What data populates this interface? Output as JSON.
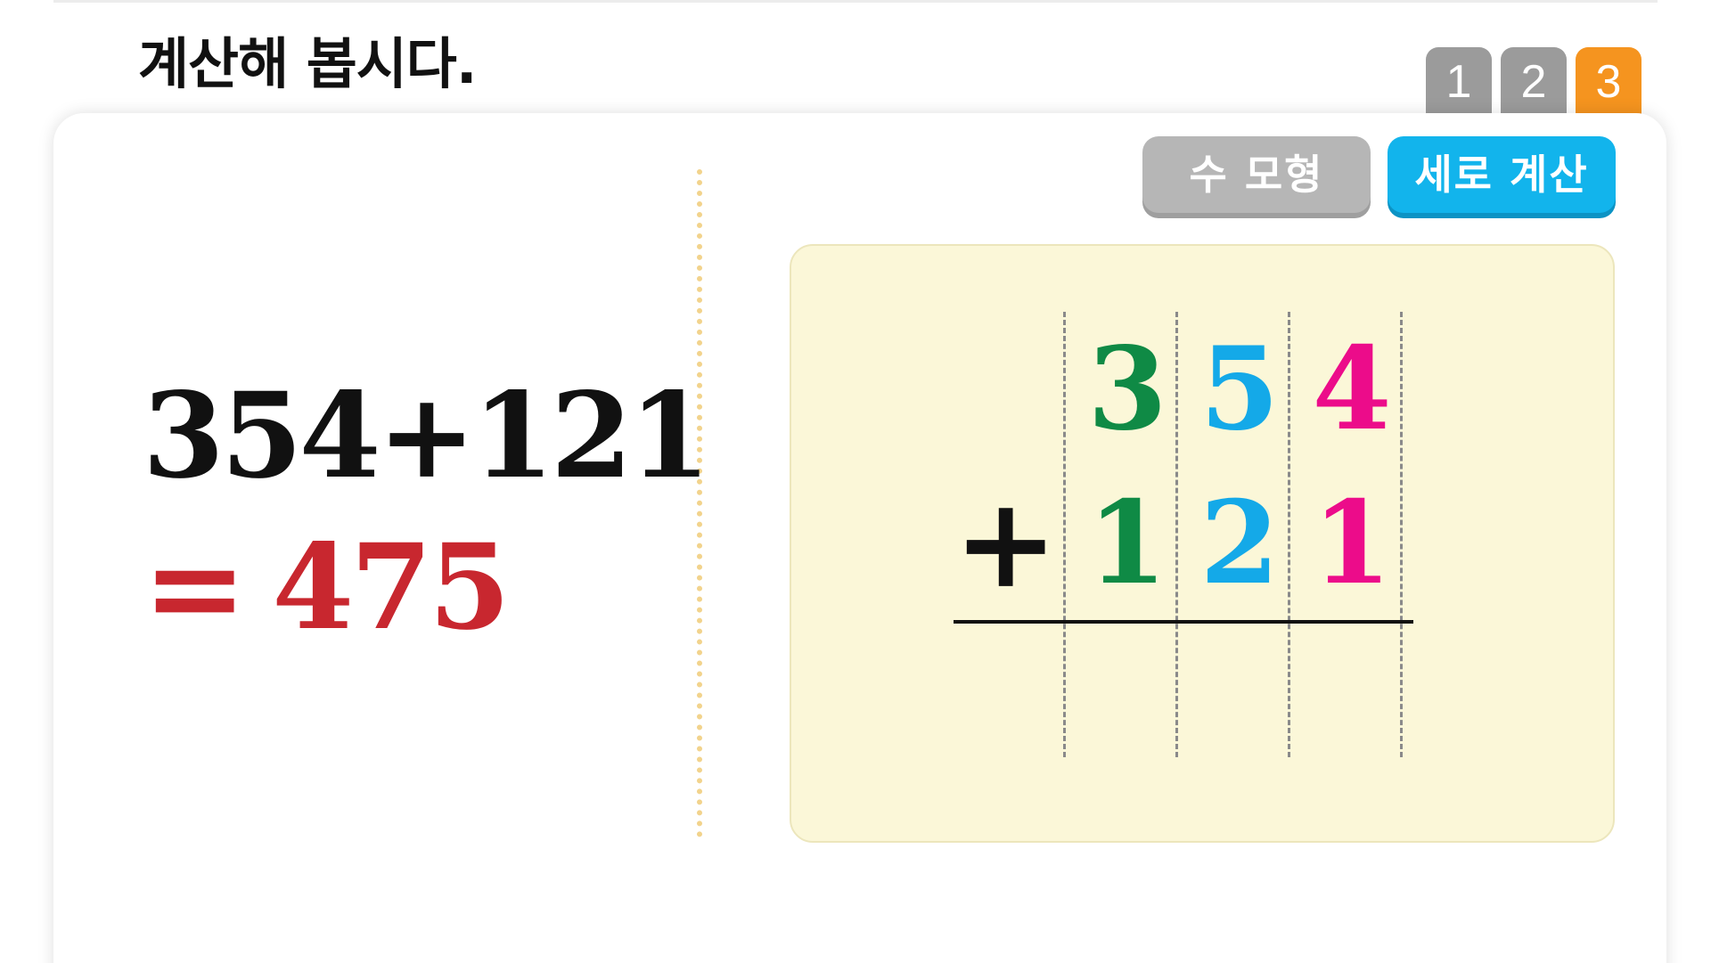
{
  "title": "계산해 봅시다.",
  "page_tabs": [
    {
      "label": "1",
      "active": false
    },
    {
      "label": "2",
      "active": false
    },
    {
      "label": "3",
      "active": true
    }
  ],
  "mode_buttons": {
    "model_label": "수 모형",
    "vertical_label": "세로 계산"
  },
  "equation": {
    "expression": "354+121",
    "equals_sign": "=",
    "answer": "475"
  },
  "vertical_calc": {
    "top_digits": [
      "3",
      "5",
      "4"
    ],
    "operator": "+",
    "bottom_digits": [
      "1",
      "2",
      "1"
    ]
  },
  "colors": {
    "active_tab": "#f5941f",
    "inactive_tab": "#9b9b9b",
    "model_button": "#b6b6b6",
    "vertical_button": "#12b4ec",
    "answer": "#c8272f",
    "hundreds": "#0f8a45",
    "tens": "#14a9e8",
    "ones": "#ec0c8a",
    "work_area": "#fbf7d8"
  }
}
